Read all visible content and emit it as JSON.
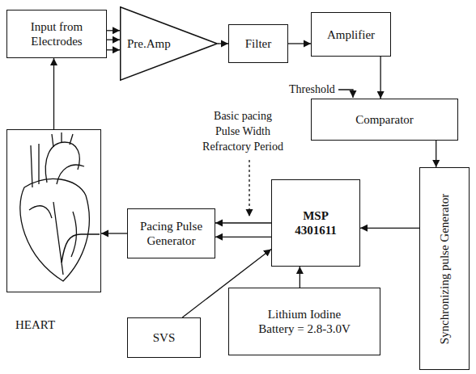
{
  "diagram": {
    "nodes": [
      {
        "text": [
          "Input from Electrodes"
        ]
      },
      {
        "text": [
          "Pre.Amp"
        ]
      },
      {
        "text": [
          "Filter"
        ]
      },
      {
        "text": [
          "Amplifier"
        ]
      },
      {
        "text": [
          "Comparator"
        ]
      },
      {
        "text": [
          "Synchronizing pulse Generator"
        ]
      },
      {
        "text": [
          "MSP 4301611"
        ]
      },
      {
        "text": [
          "Pacing Pulse Generator"
        ]
      },
      {
        "text": [
          "SVS"
        ]
      },
      {
        "text": [
          "Lithium Iodine Battery = 2.8-3.0V"
        ]
      },
      {
        "text": [
          "HEART"
        ]
      }
    ],
    "edges": [
      {
        "from": 0,
        "to": 1,
        "arrow": "to"
      },
      {
        "from": 0,
        "to": 1,
        "arrow": "to"
      },
      {
        "from": 0,
        "to": 1,
        "arrow": "to"
      },
      {
        "from": 1,
        "to": 2,
        "arrow": "to"
      },
      {
        "from": 2,
        "to": 3,
        "arrow": "to"
      },
      {
        "from": 3,
        "to": 4,
        "arrow": "to"
      },
      {
        "from": 4,
        "to": 5,
        "arrow": "to"
      },
      {
        "from": 5,
        "to": 6,
        "arrow": "to"
      },
      {
        "from": 6,
        "to": 7,
        "arrow": "to"
      },
      {
        "from": 6,
        "to": 7,
        "arrow": "to"
      },
      {
        "from": 7,
        "to": 10,
        "arrow": "to"
      },
      {
        "from": 10,
        "to": 0,
        "arrow": "to"
      },
      {
        "from": 8,
        "to": 6,
        "arrow": "to"
      },
      {
        "from": 9,
        "to": 6,
        "arrow": "to"
      }
    ],
    "labels": [
      "Threshold",
      "Basic pacing",
      "Pulse Width",
      "Refractory Period"
    ]
  }
}
